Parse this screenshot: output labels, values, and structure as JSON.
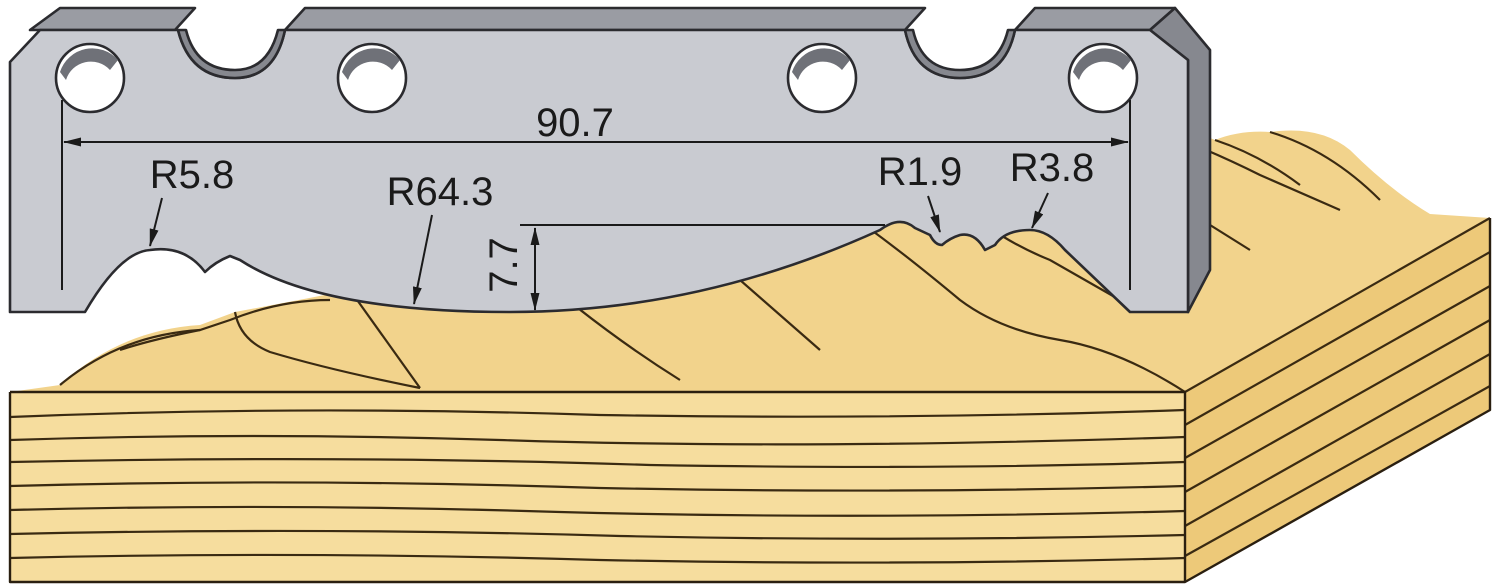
{
  "dimensions": {
    "width": "90.7",
    "depth": "7.7",
    "radius_left": "R5.8",
    "radius_main": "R64.3",
    "radius_small": "R1.9",
    "radius_right": "R3.8"
  },
  "colors": {
    "knife_face": "#c9cbd1",
    "knife_shadow": "#86888f",
    "wood": "#f6dd9e",
    "grain_line": "#3a2a12"
  }
}
